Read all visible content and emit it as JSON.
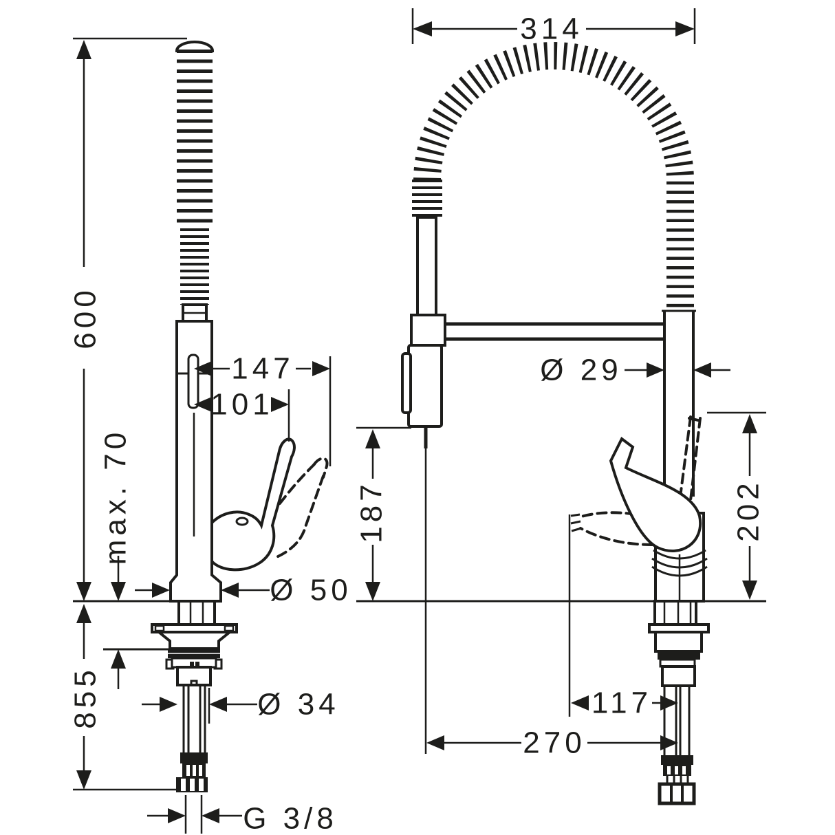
{
  "colors": {
    "ink": "#1d1d1b",
    "background": "#ffffff"
  },
  "drawing": {
    "side_view": {
      "dims": {
        "height_above_deck": "600",
        "max_counter_thickness": "max. 70",
        "height_below_deck": "855",
        "reach_handle_open": "147",
        "reach_handle_closed": "101",
        "base_diameter": "Ø 50",
        "shank_diameter": "Ø 34",
        "supply_thread": "G 3/8"
      }
    },
    "front_view": {
      "dims": {
        "overall_width": "314",
        "spout_pipe_diameter": "Ø 29",
        "spray_head_clearance": "187",
        "handle_height": "202",
        "handle_projection": "117",
        "spray_hose_offset": "270"
      }
    }
  }
}
